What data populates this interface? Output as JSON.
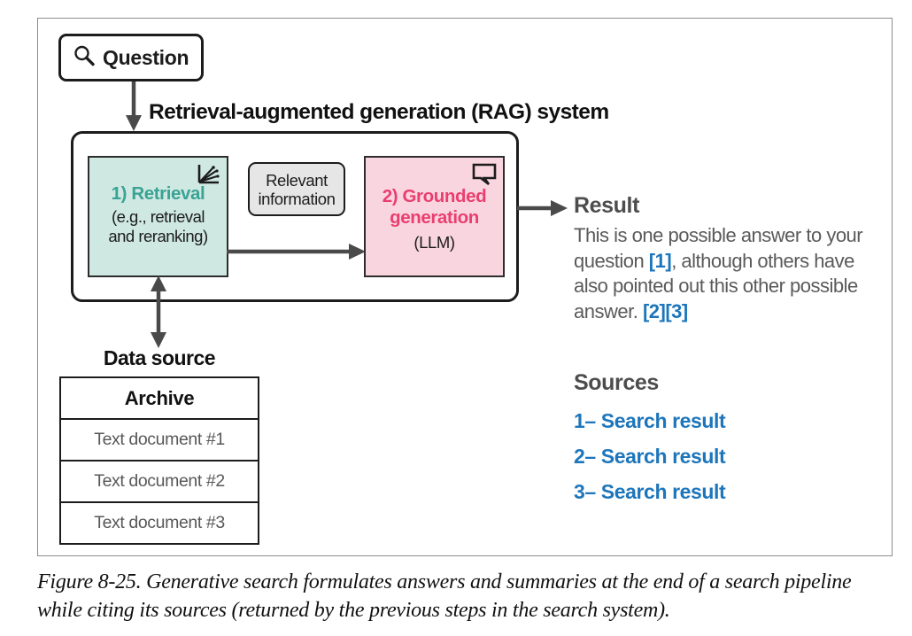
{
  "figure": {
    "question_box": {
      "label": "Question",
      "icon": "search-icon"
    },
    "rag_system": {
      "title": "Retrieval-augmented generation (RAG) system",
      "retrieval": {
        "title": "1) Retrieval",
        "subtitle": "(e.g., retrieval\nand reranking)",
        "subtitle_line1": "(e.g., retrieval",
        "subtitle_line2": "and reranking)",
        "icon": "vector-plot-icon",
        "bg_color": "#cfe8e2",
        "title_color": "#3aa394"
      },
      "relevant_information": {
        "line1": "Relevant",
        "line2": "information",
        "bg_color": "#e6e6e6"
      },
      "generation": {
        "title_line1": "2) Grounded",
        "title_line2": "generation",
        "subtitle": "(LLM)",
        "icon": "speech-bubble-icon",
        "bg_color": "#f9d5e0",
        "title_color": "#ea3f6e"
      }
    },
    "data_source": {
      "label": "Data source",
      "table": {
        "header": "Archive",
        "rows": [
          "Text document #1",
          "Text document #2",
          "Text document #3"
        ]
      }
    },
    "result": {
      "heading": "Result",
      "text_part1": "This is one possible answer to your question ",
      "citation1": "[1]",
      "text_part2": ", although others have also pointed out this other possible answer. ",
      "citation2": "[2]",
      "citation3": "[3]"
    },
    "sources": {
      "heading": "Sources",
      "items": [
        "1– Search result",
        "2– Search result",
        "3– Search result"
      ],
      "link_color": "#1d76bb"
    }
  },
  "caption": "Figure 8-25. Generative search formulates answers and summaries at the end of a search pipeline while citing its sources (returned by the previous steps in the search system)."
}
